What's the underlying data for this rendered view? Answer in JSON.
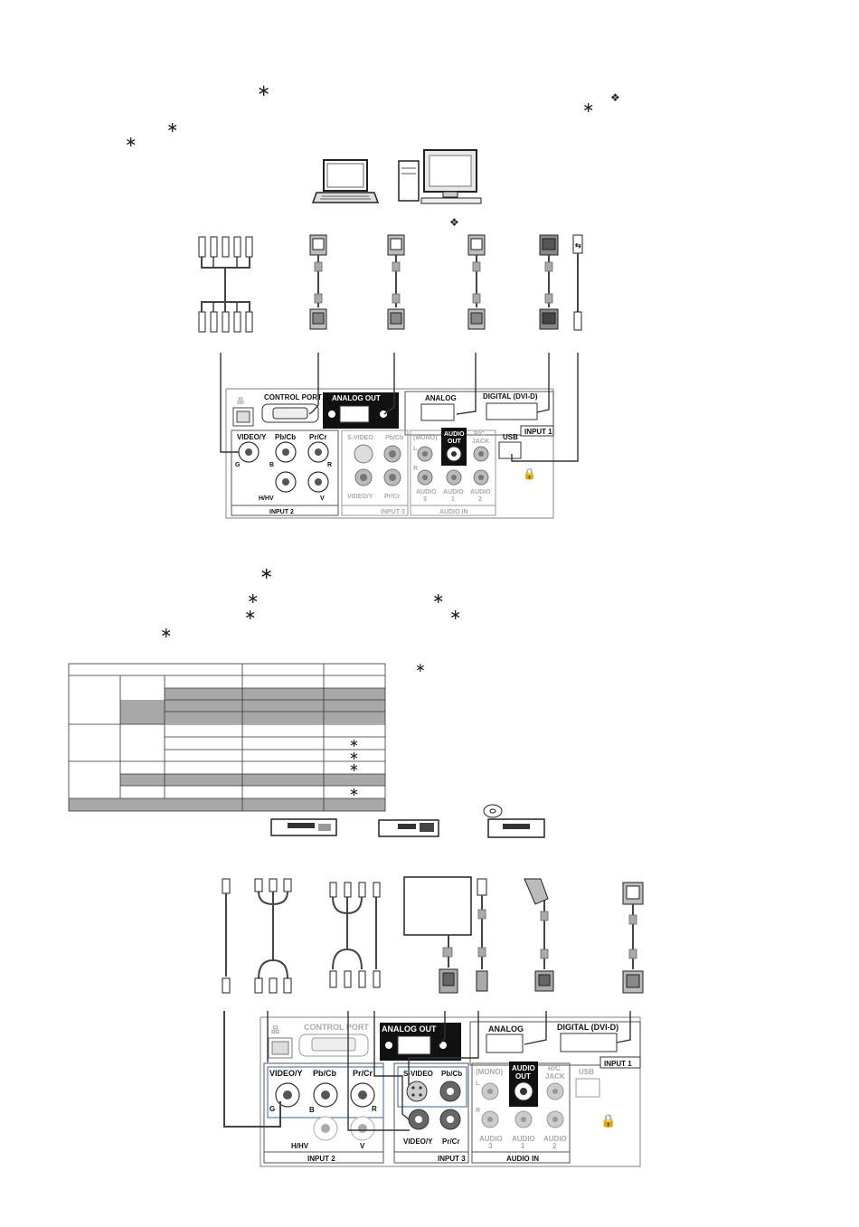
{
  "symbols": {
    "asterisk": "∗",
    "diamond": "❖"
  },
  "panel_top": {
    "control_port": "CONTROL PORT",
    "analog_out": "ANALOG OUT",
    "analog": "ANALOG",
    "digital": "DIGITAL (DVI-D)",
    "input1": "INPUT 1",
    "video_y": "VIDEO/Y",
    "pb_cb": "Pb/Cb",
    "pr_cr": "Pr/Cr",
    "g": "G",
    "b": "B",
    "r": "R",
    "h_hv": "H/HV",
    "v": "V",
    "input2": "INPUT 2",
    "s_video": "S-VIDEO",
    "video_y_small": "VIDEO/Y",
    "pr_cr_small": "Pr/Cr",
    "pb_cb_small": "Pb/Cb",
    "input3": "INPUT 3",
    "mono": "(MONO)",
    "l": "L",
    "r_small": "R",
    "audio_out_1": "AUDIO",
    "audio_out_2": "OUT",
    "rc_1": "R/C",
    "rc_2": "JACK",
    "usb": "USB",
    "audio3_1": "AUDIO",
    "audio3_2": "3",
    "audio1_1": "AUDIO",
    "audio1_2": "1",
    "audio2_1": "AUDIO",
    "audio2_2": "2",
    "audio_in": "AUDIO IN"
  },
  "panel_bottom": {
    "control_port": "CONTROL PORT",
    "analog_out": "ANALOG OUT",
    "analog": "ANALOG",
    "digital": "DIGITAL (DVI-D)",
    "input1": "INPUT 1",
    "video_y": "VIDEO/Y",
    "pb_cb": "Pb/Cb",
    "pr_cr": "Pr/Cr",
    "g": "G",
    "b": "B",
    "r": "R",
    "h_hv": "H/HV",
    "v": "V",
    "input2": "INPUT 2",
    "s_video": "S-VIDEO",
    "pb_cb_small": "Pb/Cb",
    "video_y_small": "VIDEO/Y",
    "pr_cr_small": "Pr/Cr",
    "input3": "INPUT 3",
    "mono": "(MONO)",
    "l": "L",
    "r_small": "R",
    "audio_out_1": "AUDIO",
    "audio_out_2": "OUT",
    "rc_1": "R/C",
    "rc_2": "JACK",
    "usb": "USB",
    "audio3_1": "AUDIO",
    "audio3_2": "3",
    "audio1_1": "AUDIO",
    "audio1_2": "1",
    "audio2_1": "AUDIO",
    "audio2_2": "2",
    "audio_in": "AUDIO IN"
  },
  "table": {
    "star_rows": [
      "∗",
      "∗",
      "∗",
      "∗"
    ]
  },
  "colors": {
    "shade": "#a8a8a8",
    "panel_line": "#9a9a9a",
    "blue_line": "#3a5fa8"
  }
}
